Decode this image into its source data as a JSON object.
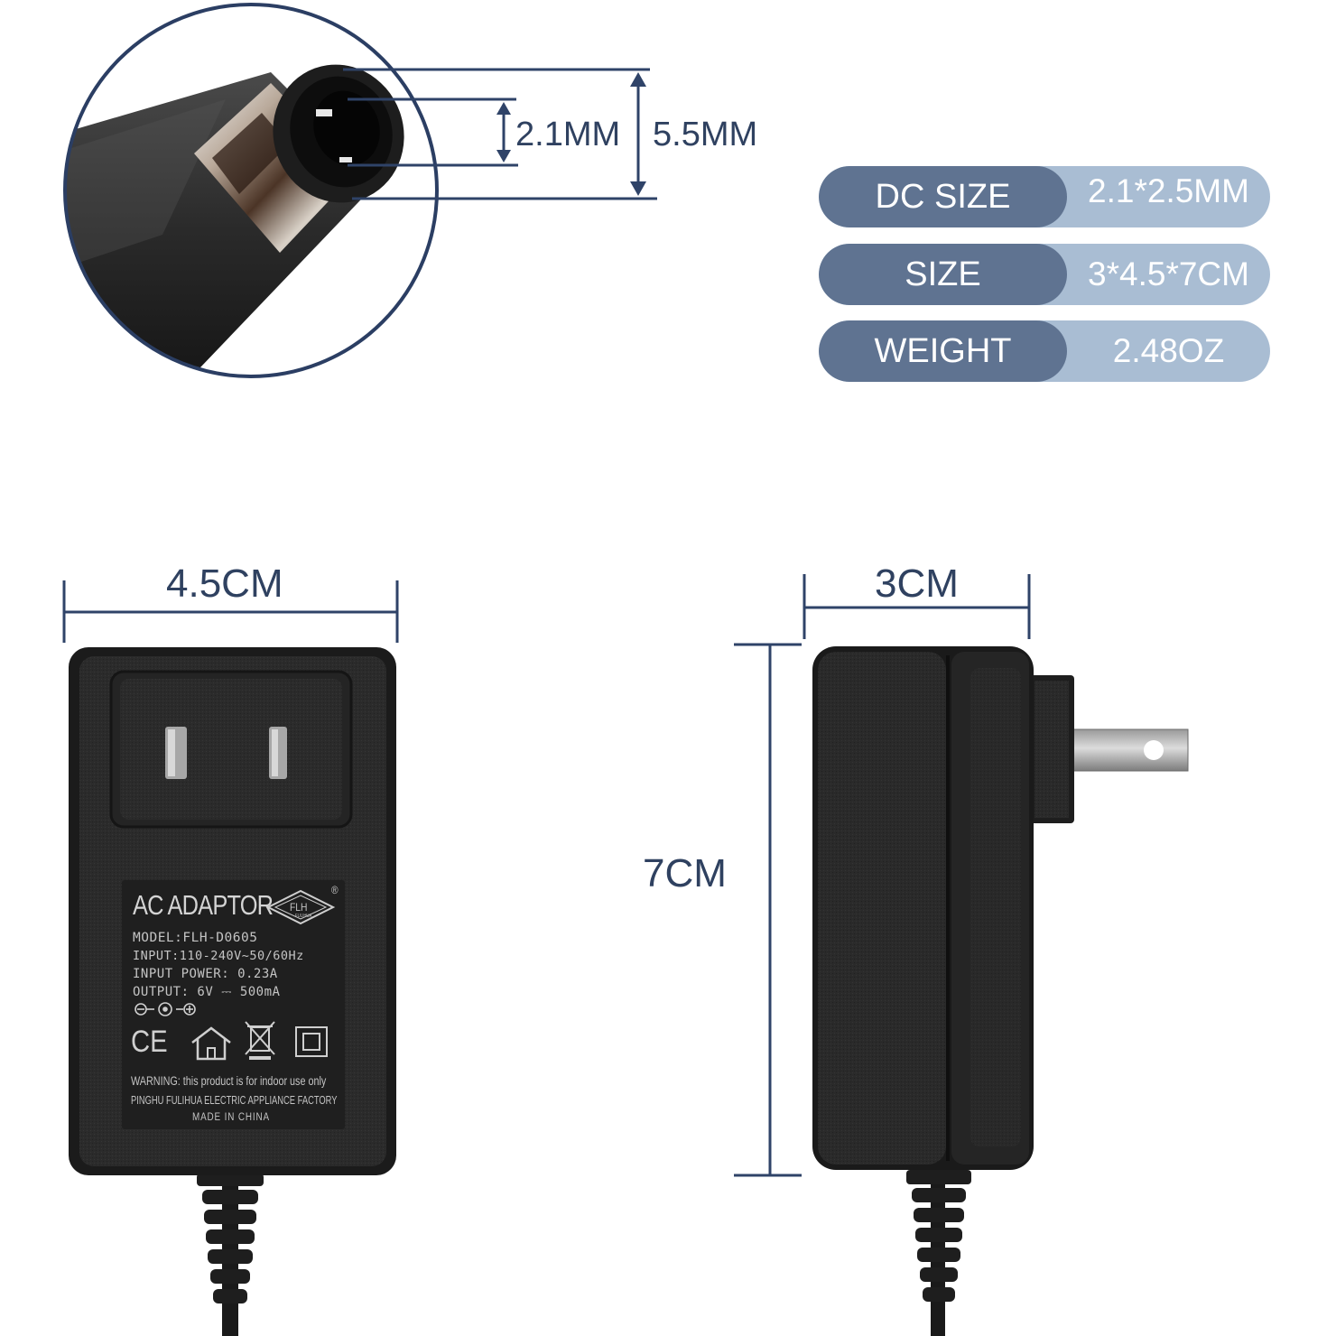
{
  "plug_dimensions": {
    "inner_diameter": "2.1MM",
    "outer_diameter": "5.5MM"
  },
  "specs": [
    {
      "key": "DC SIZE",
      "value": "2.1*2.5MM"
    },
    {
      "key": "SIZE",
      "value": "3*4.5*7CM"
    },
    {
      "key": "WEIGHT",
      "value": "2.48OZ"
    }
  ],
  "adapter_dimensions": {
    "width": "4.5CM",
    "depth": "3CM",
    "height": "7CM"
  },
  "adapter_label": {
    "title": "AC ADAPTOR",
    "logo_text": "FLH",
    "logo_subtext": "FULIHUA",
    "registered": "®",
    "model": "MODEL:FLH-D0605",
    "input": "INPUT:110-240V~50/60Hz",
    "input_power": "INPUT POWER: 0.23A",
    "output": "OUTPUT: 6V ⎓ 500mA",
    "ce_mark": "CE",
    "warning": "WARNING: this product is for indoor use only",
    "factory": "PINGHU FULIHUA ELECTRIC APPLIANCE FACTORY",
    "origin": "MADE IN CHINA"
  },
  "colors": {
    "dimension_text": "#2f4160",
    "dimension_lines": "#34476b",
    "spec_key_bg": "#5f7391",
    "spec_value_bg": "#a9bdd3",
    "adapter_body": "#262626"
  }
}
